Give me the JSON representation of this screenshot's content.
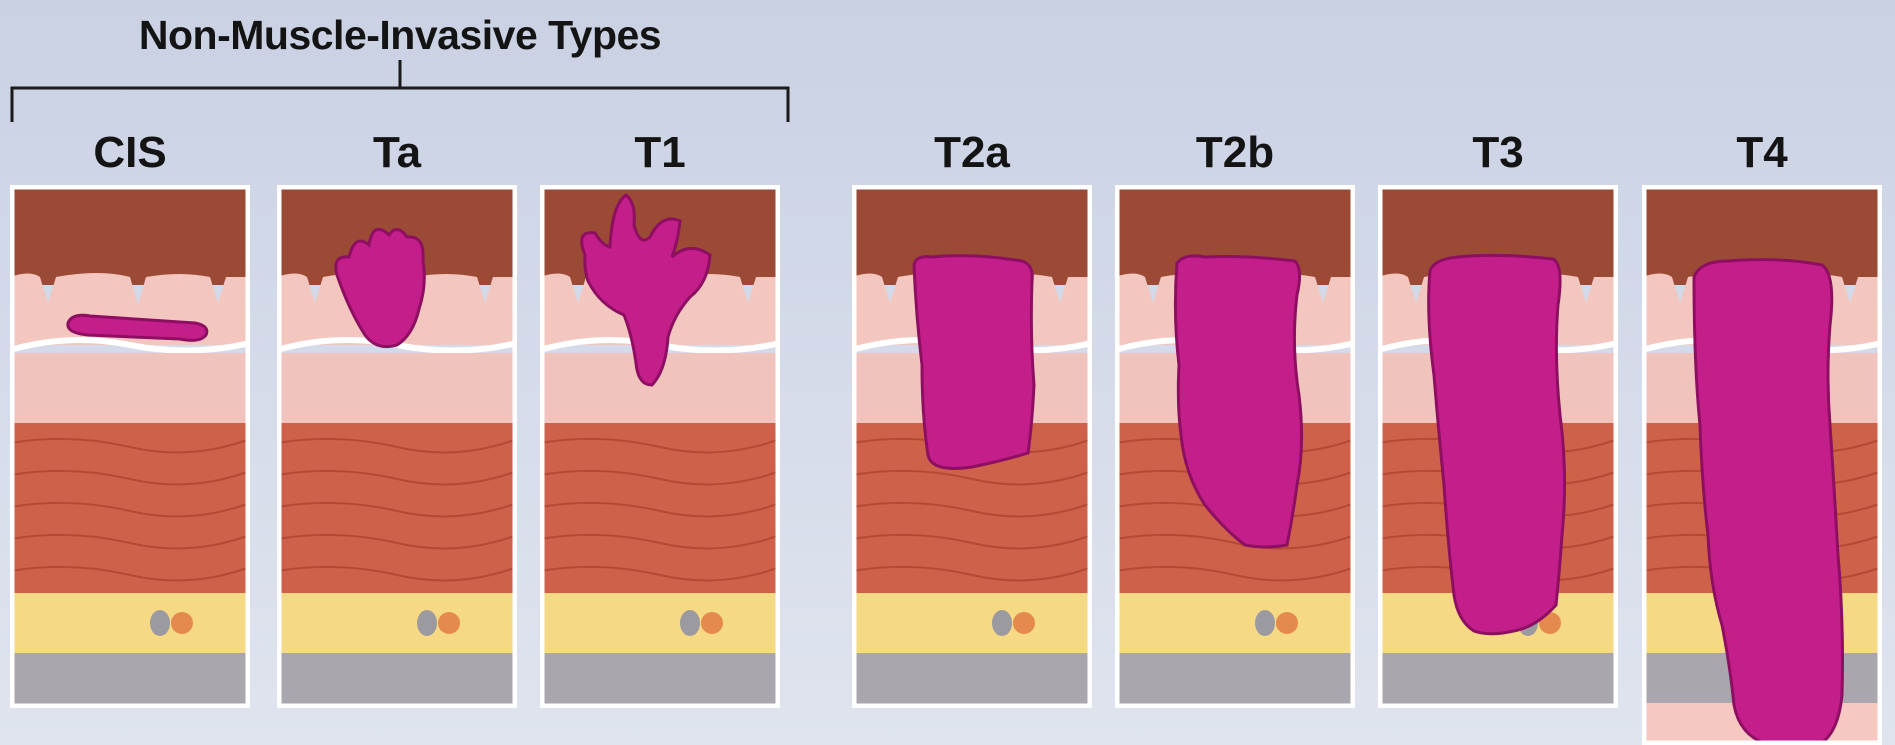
{
  "group": {
    "title": "Non-Muscle-Invasive Types"
  },
  "stages": [
    {
      "label": "CIS",
      "tumor_shape": "flat-lesion"
    },
    {
      "label": "Ta",
      "tumor_shape": "small-papillary"
    },
    {
      "label": "T1",
      "tumor_shape": "papillary-lamina-propria"
    },
    {
      "label": "T2a",
      "tumor_shape": "superficial-muscle"
    },
    {
      "label": "T2b",
      "tumor_shape": "deep-muscle"
    },
    {
      "label": "T3",
      "tumor_shape": "perivesical-fat"
    },
    {
      "label": "T4",
      "tumor_shape": "adjacent-organ"
    }
  ],
  "colors": {
    "background": "#cfd6e7",
    "lumen": "#9a4a35",
    "urothelium": "#f3c7bf",
    "lamina_propria": "#f0c3bd",
    "muscle": "#cf6049",
    "fat": "#f5d985",
    "serosa": "#a9a7ad",
    "tumor": "#c41e8b",
    "frame": "#ffffff"
  }
}
